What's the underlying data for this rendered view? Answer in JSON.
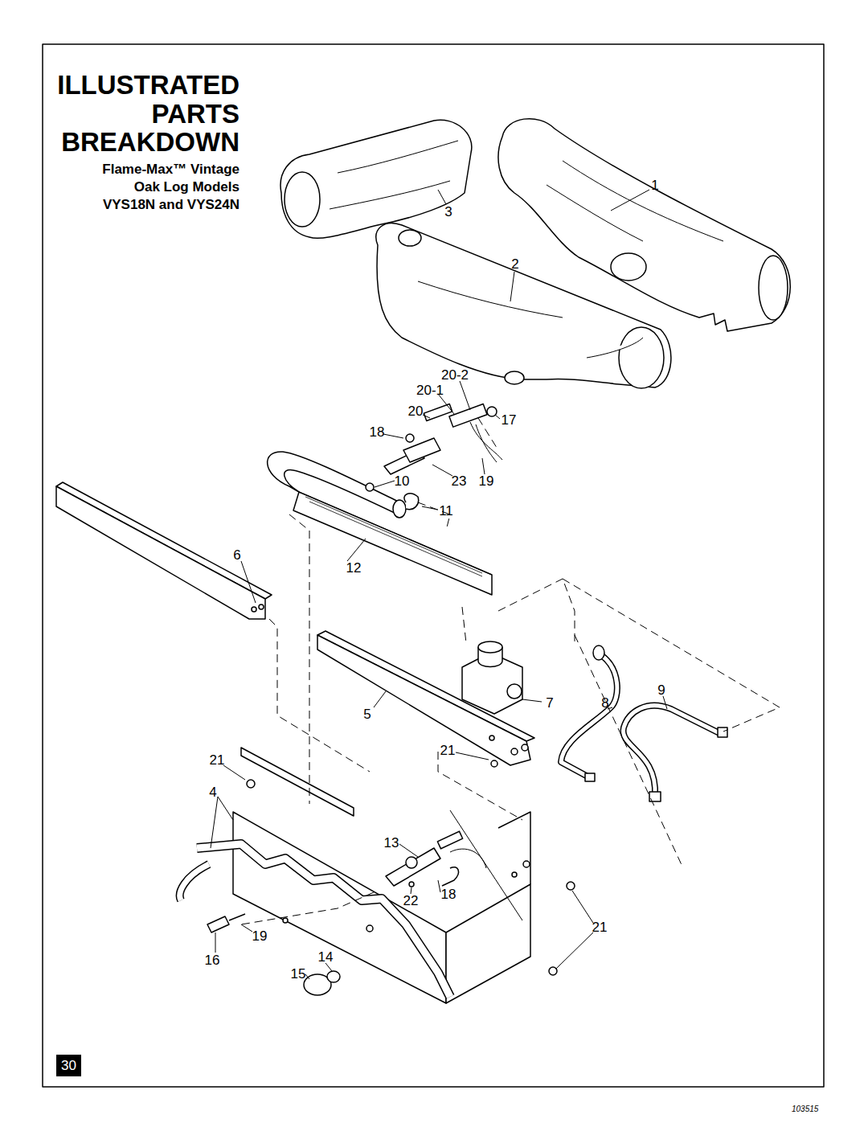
{
  "diagram": {
    "title": "ILLUSTRATED PARTS BREAKDOWN",
    "labels": [
      "Flame-Max™ Vintage Oak Log Models VYS18N and VYS24N",
      "1",
      "3",
      "2",
      "20-2",
      "20-1",
      "20",
      "17",
      "18",
      "10",
      "23",
      "19",
      "11",
      "6",
      "12",
      "7",
      "8",
      "9",
      "5",
      "21",
      "21",
      "4",
      "13",
      "18",
      "22",
      "21",
      "19",
      "16",
      "14",
      "15",
      "30",
      "103515"
    ]
  }
}
